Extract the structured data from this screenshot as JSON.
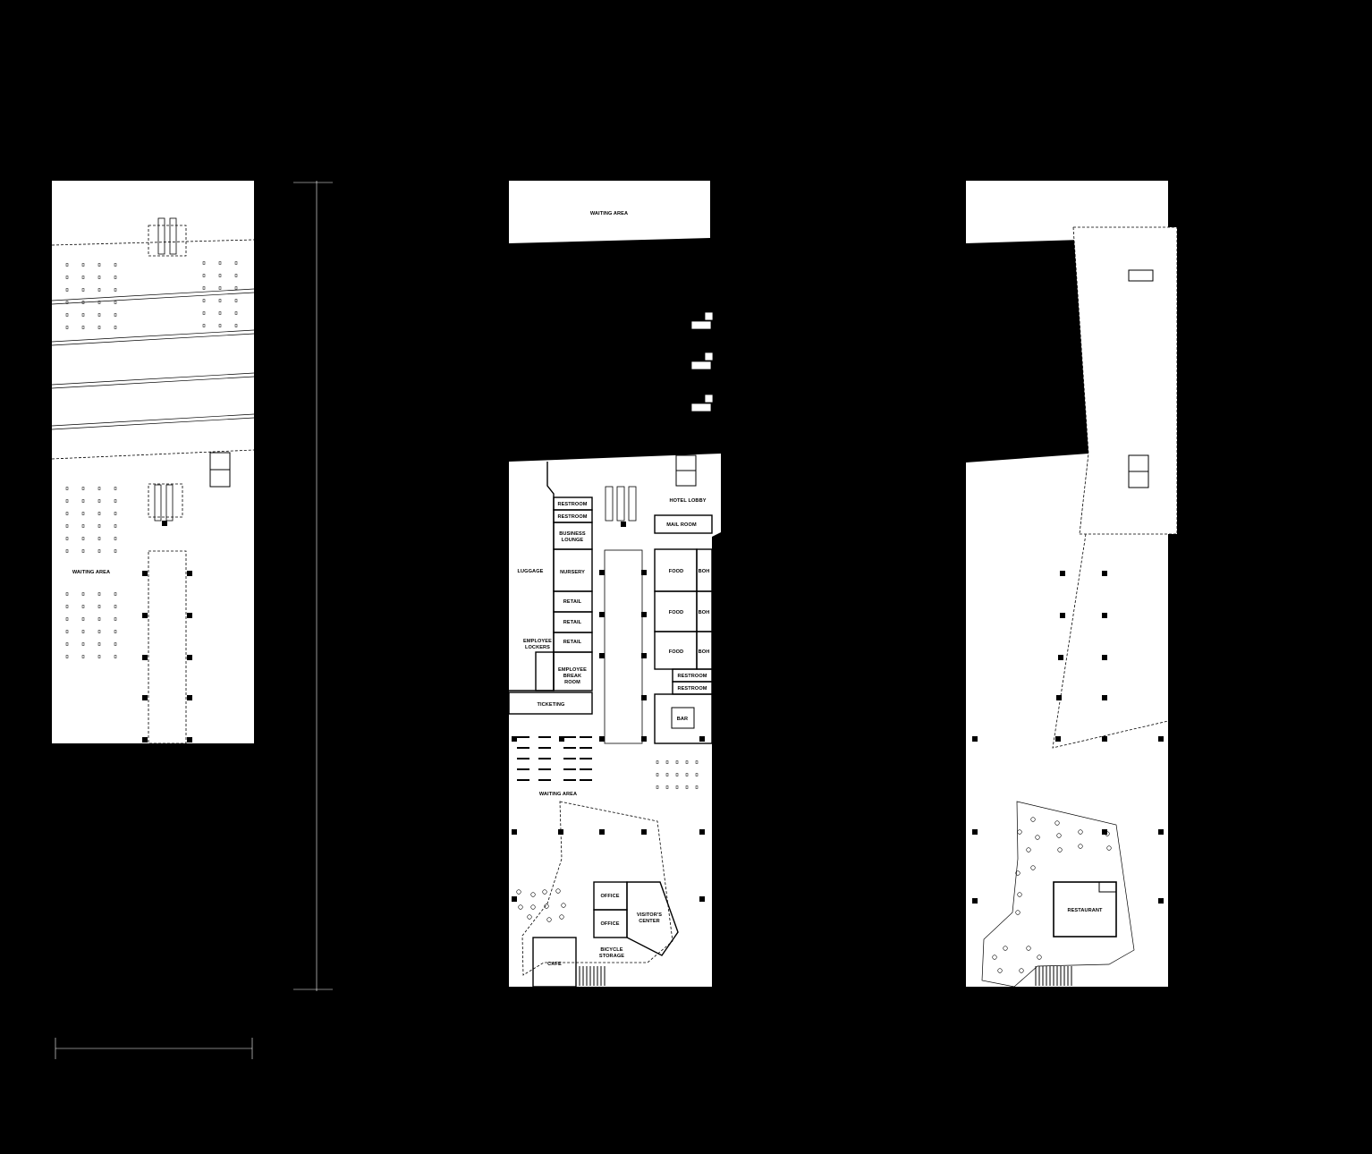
{
  "colors": {
    "background": "#000000",
    "floor": "#ffffff",
    "line": "#000000"
  },
  "plans": [
    {
      "id": "left",
      "labels": {
        "waiting_area": "WAITING AREA"
      }
    },
    {
      "id": "middle",
      "labels": {
        "waiting_area_top": "WAITING AREA",
        "restroom_1": "RESTROOM",
        "restroom_2": "RESTROOM",
        "business_lounge_1": "BUSINESS",
        "business_lounge_2": "LOUNGE",
        "hotel_lobby": "HOTEL LOBBY",
        "mail_room": "MAIL ROOM",
        "luggage": "LUGGAGE",
        "nursery": "NURSERY",
        "retail_1": "RETAIL",
        "retail_2": "RETAIL",
        "retail_3": "RETAIL",
        "food_1": "FOOD",
        "food_2": "FOOD",
        "food_3": "FOOD",
        "boh_1": "BOH",
        "boh_2": "BOH",
        "boh_3": "BOH",
        "employee_lockers_1": "EMPLOYEE",
        "employee_lockers_2": "LOCKERS",
        "employee_break_room_1": "EMPLOYEE",
        "employee_break_room_2": "BREAK",
        "employee_break_room_3": "ROOM",
        "restroom_3": "RESTROOM",
        "restroom_4": "RESTROOM",
        "ticketing": "TICKETING",
        "bar": "BAR",
        "waiting_area_bottom": "WAITING AREA",
        "office_1": "OFFICE",
        "office_2": "OFFICE",
        "visitors_center_1": "VISITOR'S",
        "visitors_center_2": "CENTER",
        "bicycle_storage_1": "BICYCLE",
        "bicycle_storage_2": "STORAGE",
        "cafe": "CAFE"
      }
    },
    {
      "id": "right",
      "labels": {
        "restaurant": "RESTAURANT"
      }
    }
  ]
}
